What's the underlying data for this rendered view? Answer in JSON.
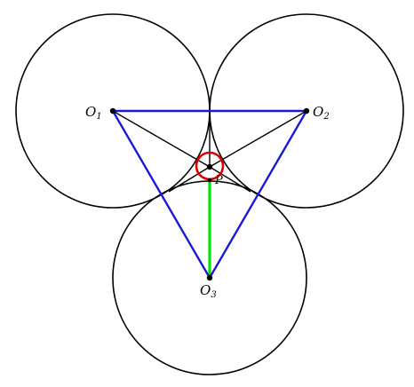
{
  "diagram": {
    "labels": {
      "o1": {
        "base": "O",
        "sub": "1"
      },
      "o2": {
        "base": "O",
        "sub": "2"
      },
      "o3": {
        "base": "O",
        "sub": "3"
      },
      "p": "P"
    },
    "colors": {
      "circle_stroke": "#000000",
      "triangle": "#1a1ad6",
      "segment_highlight": "#00e600",
      "small_circle": "#e00000",
      "point": "#000000",
      "background": "#ffffff"
    }
  }
}
